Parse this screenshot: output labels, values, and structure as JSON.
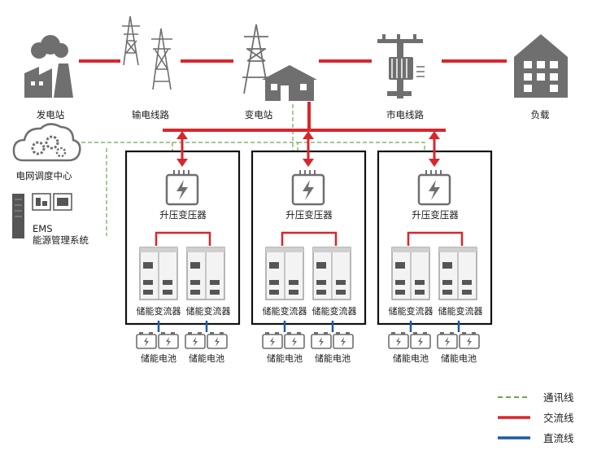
{
  "nodes": {
    "power_plant": "发电站",
    "transmission_line": "输电线路",
    "substation": "变电站",
    "city_line": "市电线路",
    "load": "负载",
    "dispatch_center": "电网调度中心",
    "ems_line1": "EMS",
    "ems_line2": "能源管理系统"
  },
  "units": [
    {
      "transformer": "升压变压器",
      "pcs_left": "储能变流器",
      "pcs_right": "储能变流器",
      "battery_left": "储能电池",
      "battery_right": "储能电池"
    },
    {
      "transformer": "升压变压器",
      "pcs_left": "储能变流器",
      "pcs_right": "储能变流器",
      "battery_left": "储能电池",
      "battery_right": "储能电池"
    },
    {
      "transformer": "升压变压器",
      "pcs_left": "储能变流器",
      "pcs_right": "储能变流器",
      "battery_left": "储能电池",
      "battery_right": "储能电池"
    }
  ],
  "legend": [
    {
      "label": "通讯线",
      "style": "dashed",
      "color": "#6aa84f"
    },
    {
      "label": "交流线",
      "style": "solid",
      "color": "#d9262b"
    },
    {
      "label": "直流线",
      "style": "solid",
      "color": "#1f5aa6"
    }
  ],
  "colors": {
    "ac": "#d9262b",
    "dc": "#1f5aa6",
    "comm": "#6aa84f",
    "icon": "#6f6f6f"
  }
}
